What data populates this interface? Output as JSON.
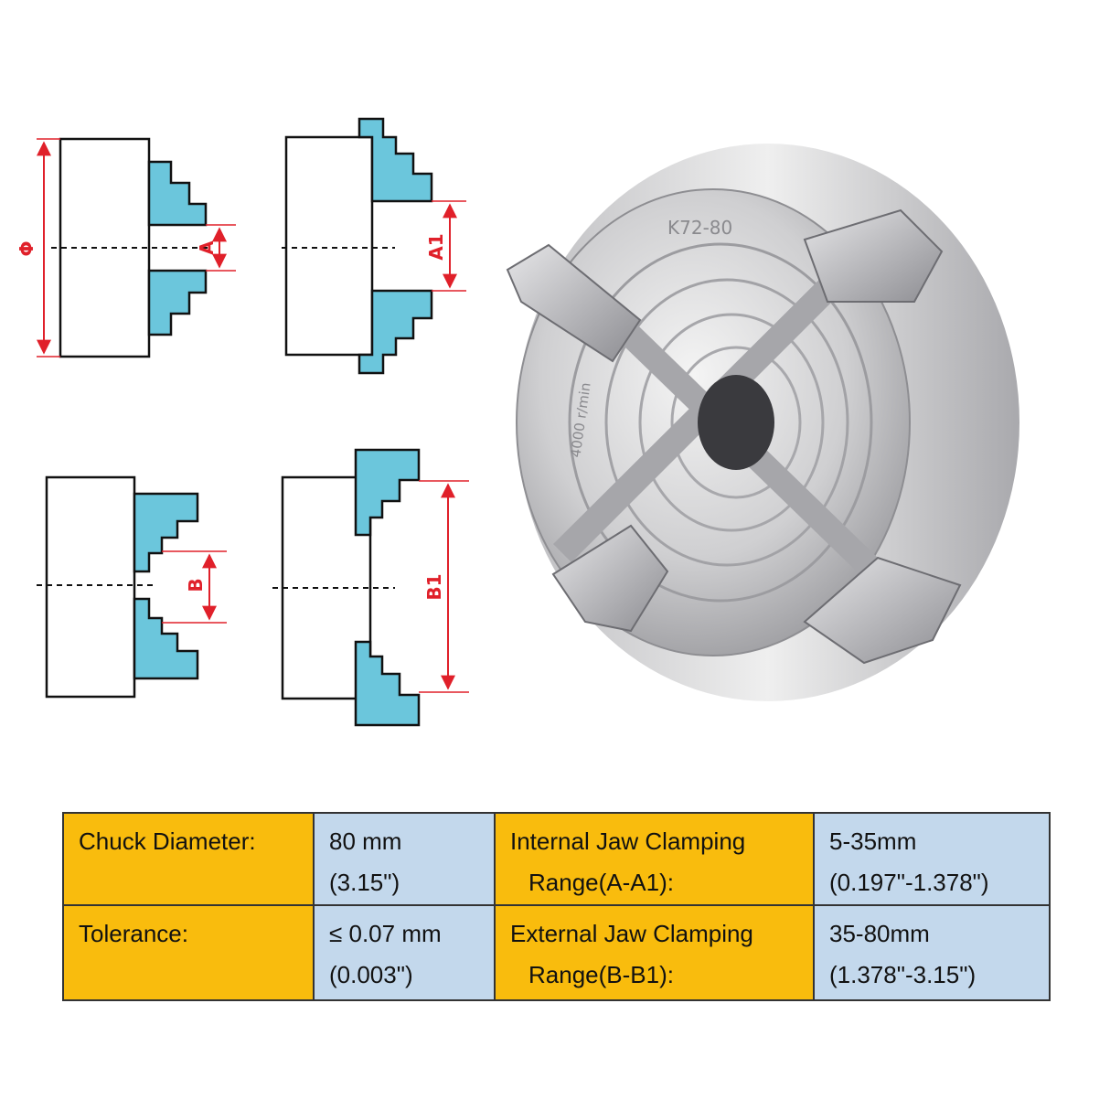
{
  "colors": {
    "jaw_fill": "#6bc6dc",
    "dimension_red": "#e0202a",
    "label_orange": "#f9bc0d",
    "value_blue": "#c3d8ec"
  },
  "diagrams": {
    "phi_label": "Φ",
    "a_label": "A",
    "a1_label": "A1",
    "b_label": "B",
    "b1_label": "B1"
  },
  "chuck": {
    "model": "K72-80",
    "speed": "4000 r/min"
  },
  "table": {
    "rows": [
      {
        "label1": "Chuck Diameter:",
        "value1_line1": "80 mm",
        "value1_line2": "(3.15\")",
        "label2_line1": "Internal Jaw Clamping",
        "label2_line2": "Range(A-A1):",
        "value2_line1": "5-35mm",
        "value2_line2": "(0.197\"-1.378\")"
      },
      {
        "label1": "Tolerance:",
        "value1_line1": "≤ 0.07 mm",
        "value1_line2": "(0.003\")",
        "label2_line1": "External Jaw Clamping",
        "label2_line2": "Range(B-B1):",
        "value2_line1": "35-80mm",
        "value2_line2": "(1.378\"-3.15\")"
      }
    ]
  }
}
